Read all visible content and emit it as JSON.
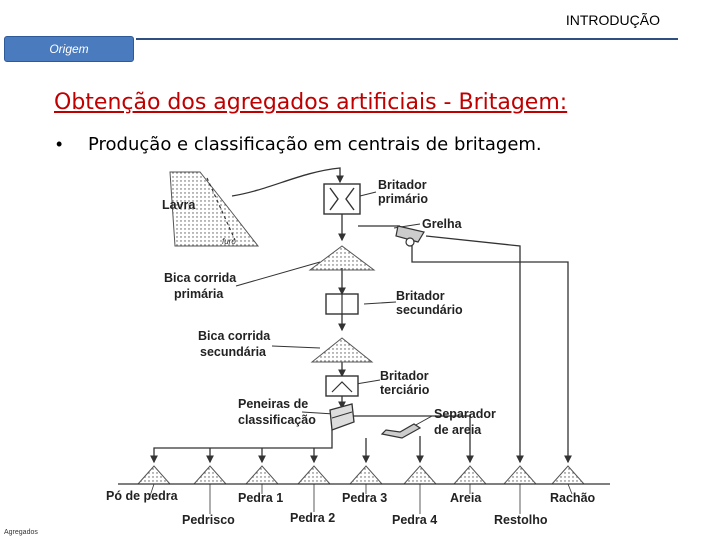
{
  "header": {
    "title": "INTRODUÇÃO",
    "origin_tab": "Origem"
  },
  "slide": {
    "title": "Obtenção dos agregados artificiais - Britagem:",
    "bullet_symbol": "•",
    "bullet_text": "Produção e classificação em centrais de britagem."
  },
  "diagram": {
    "labels": {
      "lavra": "Lavra",
      "furo": "furo",
      "britador_primario_1": "Britador",
      "britador_primario_2": "primário",
      "grelha": "Grelha",
      "bica_primaria_1": "Bica corrida",
      "bica_primaria_2": "primária",
      "britador_secundario_1": "Britador",
      "britador_secundario_2": "secundário",
      "bica_secundaria_1": "Bica corrida",
      "bica_secundaria_2": "secundária",
      "britador_terciario_1": "Britador",
      "britador_terciario_2": "terciário",
      "peneiras_1": "Peneiras de",
      "peneiras_2": "classificação",
      "separador_1": "Separador",
      "separador_2": "de areia"
    },
    "products": {
      "po_de_pedra": "Pó de pedra",
      "pedrisco": "Pedrisco",
      "pedra1": "Pedra 1",
      "pedra2": "Pedra 2",
      "pedra3": "Pedra 3",
      "pedra4": "Pedra 4",
      "areia": "Areia",
      "restolho": "Restolho",
      "rachao": "Rachão"
    }
  },
  "footer": {
    "label": "Agregados"
  }
}
